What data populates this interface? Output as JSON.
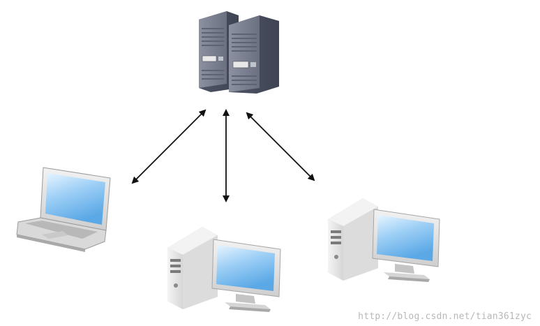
{
  "diagram": {
    "nodes": [
      {
        "id": "server",
        "kind": "server",
        "icon": "server-rack-icon"
      },
      {
        "id": "laptop",
        "kind": "client",
        "icon": "laptop-icon"
      },
      {
        "id": "desktop-center",
        "kind": "client",
        "icon": "desktop-computer-icon"
      },
      {
        "id": "desktop-right",
        "kind": "client",
        "icon": "desktop-computer-icon"
      }
    ],
    "edges": [
      {
        "from": "server",
        "to": "laptop",
        "direction": "both"
      },
      {
        "from": "server",
        "to": "desktop-center",
        "direction": "both"
      },
      {
        "from": "server",
        "to": "desktop-right",
        "direction": "both"
      }
    ],
    "colors": {
      "server_body": "#6f7686",
      "screen": "#9fd0f6",
      "case": "#e8e8e8",
      "arrow": "#111111"
    }
  },
  "watermark": "http://blog.csdn.net/tian361zyc"
}
